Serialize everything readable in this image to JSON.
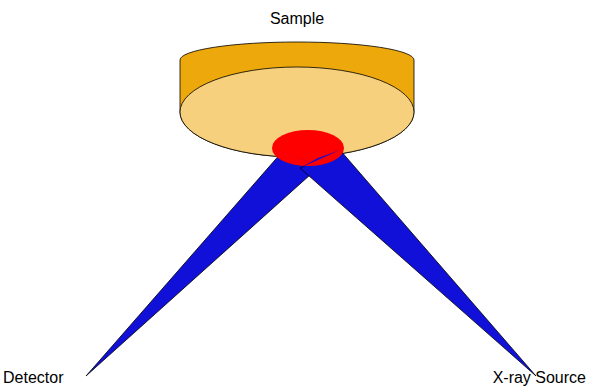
{
  "diagram": {
    "labels": [
      "Sample",
      "Detector",
      "X-ray Source"
    ]
  }
}
